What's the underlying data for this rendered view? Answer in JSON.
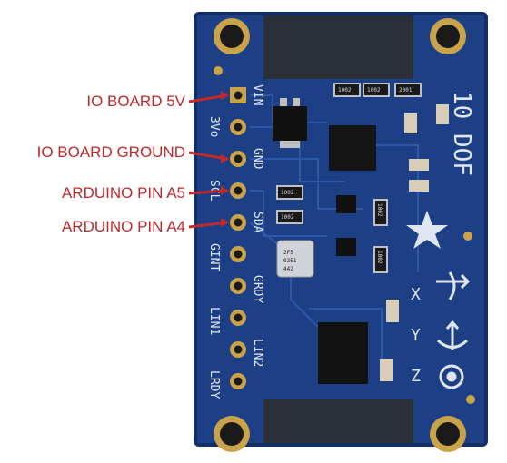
{
  "callouts": [
    {
      "label": "IO BOARD 5V",
      "pin": "VIN"
    },
    {
      "label": "IO BOARD GROUND",
      "pin": "GND"
    },
    {
      "label": "ARDUINO PIN A5",
      "pin": "SCL"
    },
    {
      "label": "ARDUINO PIN A4",
      "pin": "SDA"
    }
  ],
  "board": {
    "title": "10 DOF",
    "pins_left": [
      "VIN",
      "3Vo",
      "GND",
      "SCL",
      "SDA",
      "GINT",
      "GRDY",
      "LIN1",
      "LIN2",
      "LRDY"
    ],
    "axis_labels": [
      "X",
      "Y",
      "Z"
    ],
    "resistor_labels": [
      "1002",
      "1002",
      "2001",
      "1002",
      "1002",
      "1002",
      "1002"
    ],
    "chip_labels": [
      "2F5",
      "02E1",
      "442"
    ],
    "colors": {
      "pcb": "#1c3f86",
      "pcb_dark": "#132e66",
      "silkscreen": "#dfe6f2",
      "pad_gold": "#c9a34a",
      "callout": "#c0282a"
    }
  }
}
